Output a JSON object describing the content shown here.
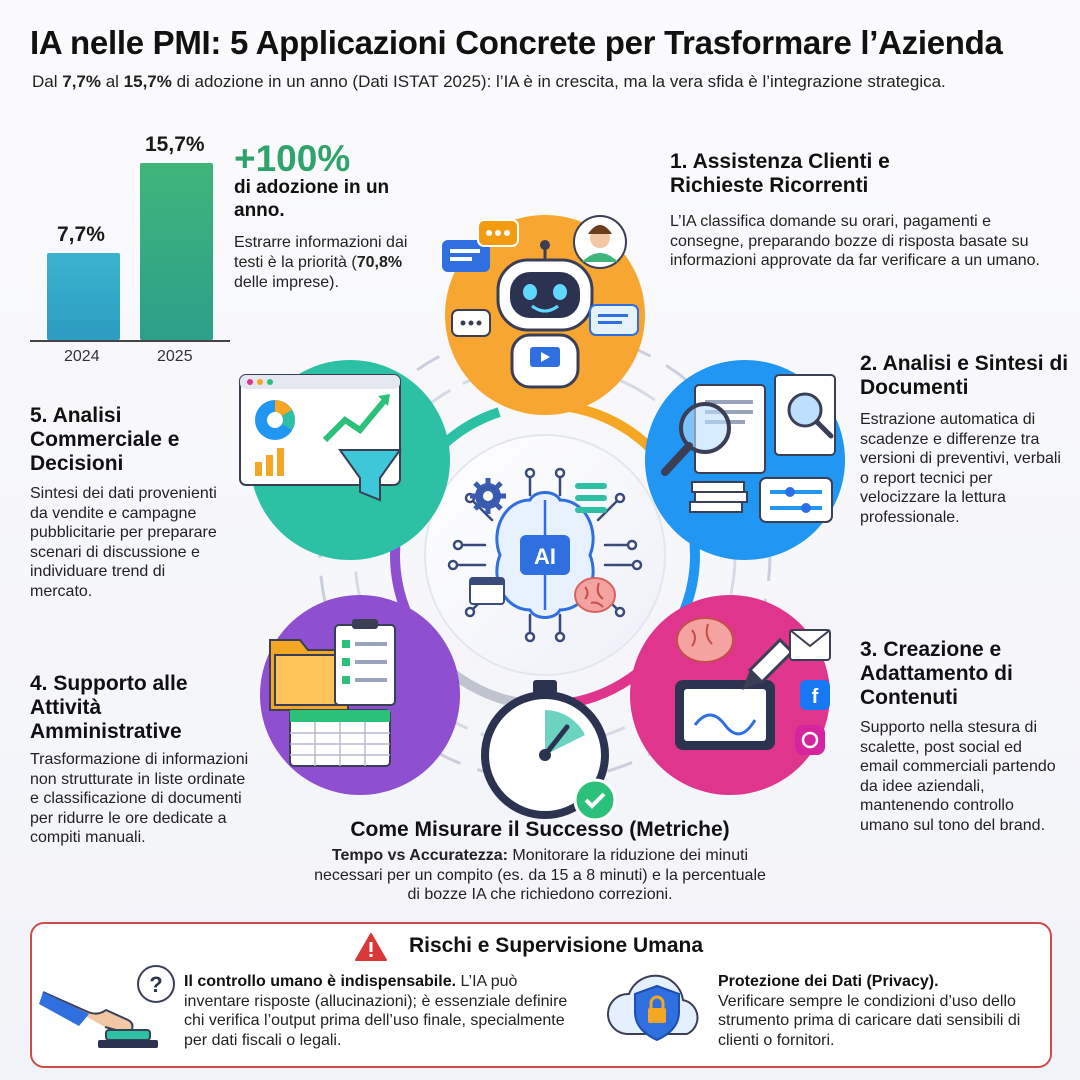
{
  "title": "IA nelle PMI: 5 Applicazioni Concrete per Trasformare l’Azienda",
  "subtitle": {
    "p1": "Dal ",
    "v1": "7,7%",
    "p2": " al ",
    "v2": "15,7%",
    "p3": " di adozione in un anno (Dati ISTAT 2025): l’IA è in crescita, ma la vera sfida è l’integrazione strategica."
  },
  "chart_data": {
    "type": "bar",
    "categories": [
      "2024",
      "2025"
    ],
    "values": [
      7.7,
      15.7
    ],
    "value_labels": [
      "7,7%",
      "15,7%"
    ],
    "colors": [
      "#3bb3cf",
      "#3fb57a"
    ],
    "ylim": [
      0,
      16
    ]
  },
  "growth": {
    "headline": "+100%",
    "sub": "di adozione in un anno.",
    "note_a": "Estrarre informazioni dai testi è la priorità (",
    "note_b": "70,8%",
    "note_c": " delle imprese)."
  },
  "sections": {
    "s1": {
      "title": "1. Assistenza Clienti e Richieste Ricorrenti",
      "body": "L’IA classifica domande su orari, pagamenti e consegne, preparando bozze di risposta basate su informazioni approvate da far verificare a un umano.",
      "color": "#f5a623"
    },
    "s2": {
      "title": "2. Analisi e Sintesi di Documenti",
      "body": "Estrazione automatica di scadenze e differenze tra versioni di preventivi, verbali o report tecnici per velocizzare la lettura professionale.",
      "color": "#2196f3"
    },
    "s3": {
      "title": "3. Creazione e Adattamento di Contenuti",
      "body": "Supporto nella stesura di scalette, post social ed email commerciali partendo da idee aziendali, mantenendo controllo umano sul tono del brand.",
      "color": "#e0358c"
    },
    "s4": {
      "title": "4. Supporto alle Attività Amministrative",
      "body": "Trasformazione di informazioni non strutturate in liste ordinate e classificazione di documenti per ridurre le ore dedicate a compiti manuali.",
      "color": "#8e4fd1"
    },
    "s5": {
      "title": "5. Analisi Commerciale e Decisioni",
      "body": "Sintesi dei dati provenienti da vendite e campagne pubblicitarie per preparare scenari di discussione e individuare trend di mercato.",
      "color": "#2cc1a4"
    }
  },
  "hub": {
    "label": "AI"
  },
  "metric": {
    "title": "Come Misurare il Successo (Metriche)",
    "lead": "Tempo vs Accuratezza:",
    "body": " Monitorare la riduzione dei minuti necessari per un compito (es. da 15 a 8 minuti) e la percentuale di bozze IA che richiedono correzioni."
  },
  "risk": {
    "title": "Rischi e Supervisione Umana",
    "left_lead": "Il controllo umano è indispensabile.",
    "left_body": " L’IA può inventare risposte (allucinazioni); è essenziale definire chi verifica l’output prima dell’uso finale, specialmente per dati fiscali o legali.",
    "right_lead": "Protezione dei Dati (Privacy).",
    "right_body": "Verificare sempre le condizioni d’uso dello strumento prima di caricare dati sensibili di clienti o fornitori."
  },
  "icons": [
    "chatbot-robot-icon",
    "magnifier-documents-icon",
    "pen-tablet-icon",
    "folder-checklist-icon",
    "chart-funnel-icon",
    "ai-brain-icon",
    "stopwatch-icon",
    "warning-icon",
    "hand-button-icon",
    "cloud-lock-icon"
  ]
}
